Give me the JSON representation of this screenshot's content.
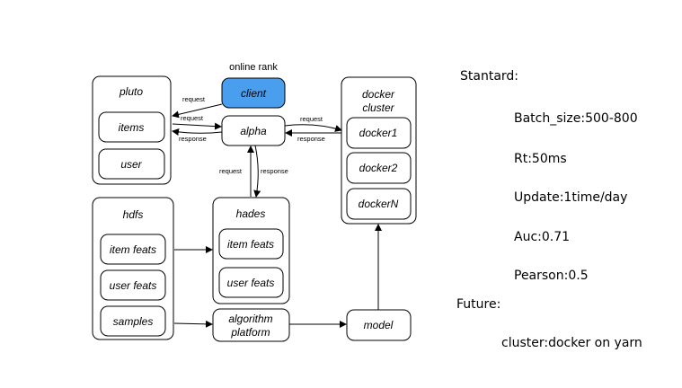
{
  "diagram": {
    "online_rank_label": "online rank",
    "pluto": {
      "title": "pluto",
      "items": [
        "items",
        "user"
      ]
    },
    "client": "client",
    "alpha": "alpha",
    "docker_cluster": {
      "title_line1": "docker",
      "title_line2": "cluster",
      "nodes": [
        "docker1",
        "docker2",
        "dockerN"
      ]
    },
    "hdfs": {
      "title": "hdfs",
      "items": [
        "item feats",
        "user feats",
        "samples"
      ]
    },
    "hades": {
      "title": "hades",
      "items": [
        "item feats",
        "user feats"
      ]
    },
    "algorithm_platform": {
      "line1": "algorithm",
      "line2": "platform"
    },
    "model": "model",
    "edge_labels": {
      "client_to_pluto": "request",
      "pluto_to_alpha": "request",
      "alpha_to_pluto": "response",
      "alpha_to_docker": "request",
      "docker_to_alpha": "response",
      "alpha_to_hades": "request",
      "hades_to_alpha": "response"
    }
  },
  "specs": {
    "standard_heading": "Stantard:",
    "batch_size": "Batch_size:500-800",
    "rt": "Rt:50ms",
    "update": "Update:1time/day",
    "auc": "Auc:0.71",
    "pearson": "Pearson:0.5",
    "future_heading": "Future:",
    "cluster": "cluster:docker on yarn"
  },
  "colors": {
    "client_fill": "#4a9eee",
    "stroke": "#000000"
  }
}
